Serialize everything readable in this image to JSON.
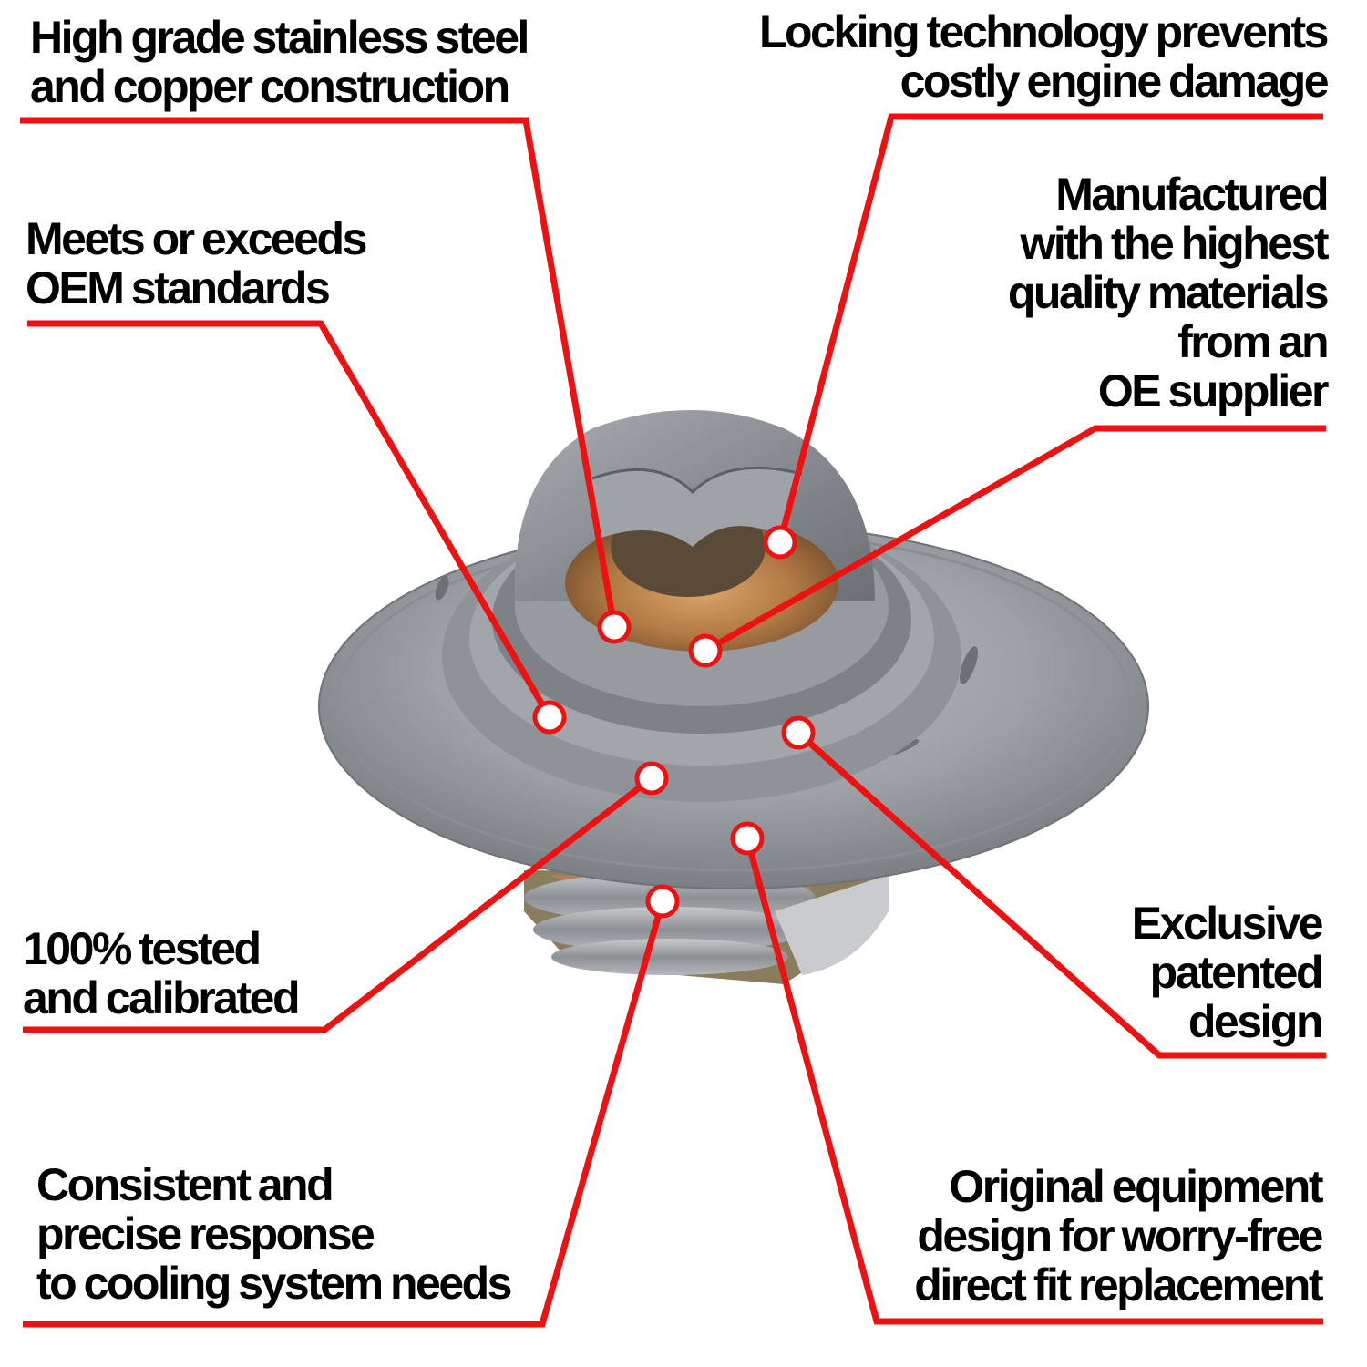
{
  "title": "Thermostat feature callouts",
  "colors": {
    "accent": "#ee1111",
    "text": "#000000",
    "background": "#ffffff",
    "dot": "#ffffff"
  },
  "product": {
    "name": "thermostat",
    "image": "stainless steel and copper engine thermostat"
  },
  "callouts": [
    {
      "id": "stainless-copper",
      "lines": [
        "High grade stainless steel",
        "and copper construction"
      ]
    },
    {
      "id": "locking-tech",
      "lines": [
        "Locking technology prevents",
        "costly engine damage"
      ]
    },
    {
      "id": "oem-standards",
      "lines": [
        "Meets or exceeds",
        "OEM standards"
      ]
    },
    {
      "id": "quality-materials",
      "lines": [
        "Manufactured",
        "with the highest",
        "quality materials",
        "from an",
        "OE supplier"
      ]
    },
    {
      "id": "tested-calibrated",
      "lines": [
        "100% tested",
        "and calibrated"
      ]
    },
    {
      "id": "patented-design",
      "lines": [
        "Exclusive",
        "patented",
        "design"
      ]
    },
    {
      "id": "consistent-response",
      "lines": [
        "Consistent and",
        "precise response",
        "to cooling system needs"
      ]
    },
    {
      "id": "oe-direct-fit",
      "lines": [
        "Original equipment",
        "design for worry-free",
        "direct fit replacement"
      ]
    }
  ]
}
